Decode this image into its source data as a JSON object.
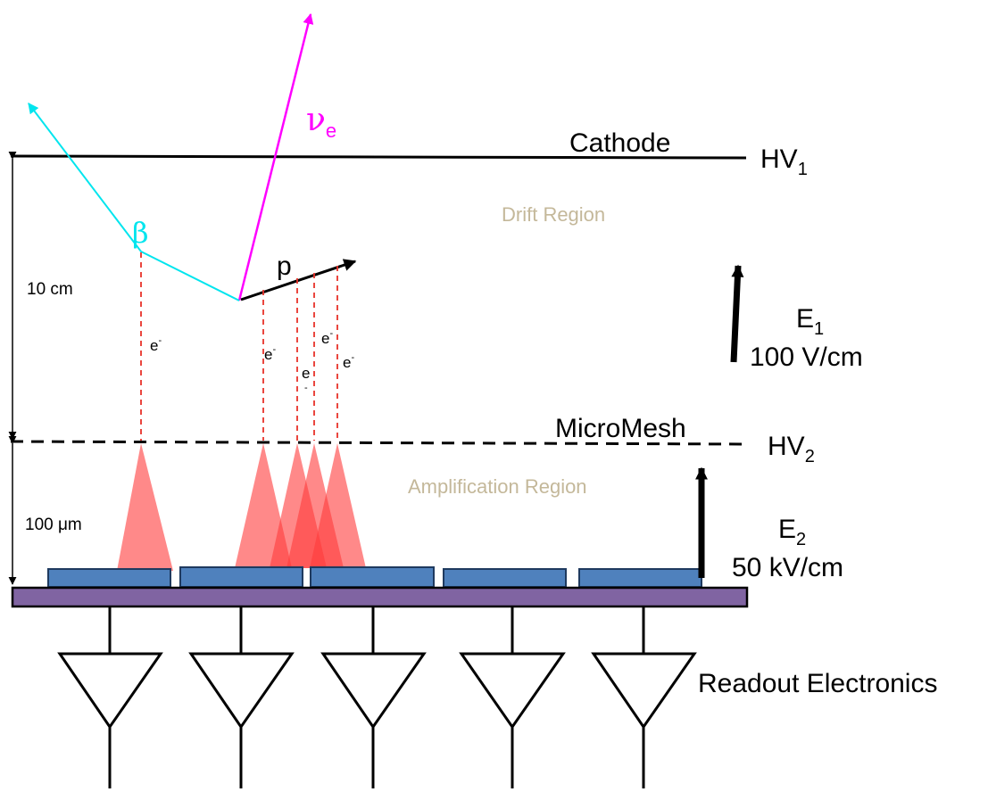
{
  "labels": {
    "cathode": "Cathode",
    "hv1": "HV",
    "hv1_sub": "1",
    "micromesh": "MicroMesh",
    "hv2": "HV",
    "hv2_sub": "2",
    "drift_region": "Drift Region",
    "amplification_region": "Amplification Region",
    "drift_gap": "10 cm",
    "amp_gap": "100 μm",
    "e1": "E",
    "e1_sub": "1",
    "e1_value": "100 V/cm",
    "e2": "E",
    "e2_sub": "2",
    "e2_value": "50 kV/cm",
    "readout": "Readout Electronics"
  },
  "particles": {
    "neutrino": "ν",
    "neutrino_sub": "e",
    "beta": "β",
    "proton": "p"
  },
  "electrons": {
    "symbol": "e",
    "charge": "-"
  },
  "colors": {
    "neutrino": "#ff00ff",
    "beta": "#00e5ee",
    "electron_drift": "#e8322a",
    "avalanche": "#ff5a5a",
    "readout_pad": "#4f81bd",
    "pad_border": "#1f3a5f",
    "substrate": "#8064a2",
    "region_text": "#c4b89a"
  }
}
